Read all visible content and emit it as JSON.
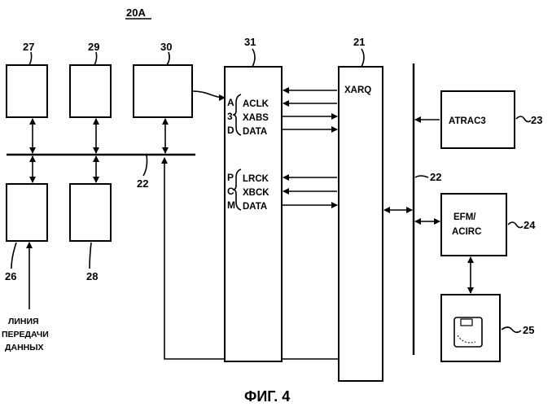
{
  "figure": {
    "id_label": "20A",
    "caption": "ФИГ. 4"
  },
  "blocks": {
    "b27": "27",
    "b29": "29",
    "b30": "30",
    "b31": "31",
    "b21": "21",
    "b26": "26",
    "b28": "28",
    "b23": "23",
    "b24": "24",
    "b25": "25"
  },
  "bus_labels": {
    "left_bus": "22",
    "right_bus": "22"
  },
  "block_texts": {
    "xarq": "XARQ",
    "atrac3": "ATRAC3",
    "efm_line1": "EFM/",
    "efm_line2": "ACIRC"
  },
  "interface": {
    "group1_letters": [
      "A",
      "3",
      "D"
    ],
    "group1_signals": [
      "ACLK",
      "XABS",
      "DATA"
    ],
    "group2_letters": [
      "P",
      "C",
      "M"
    ],
    "group2_signals": [
      "LRCK",
      "XBCK",
      "DATA"
    ]
  },
  "data_line_label": [
    "ЛИНИЯ",
    "ПЕРЕДАЧИ",
    "ДАННЫХ"
  ]
}
